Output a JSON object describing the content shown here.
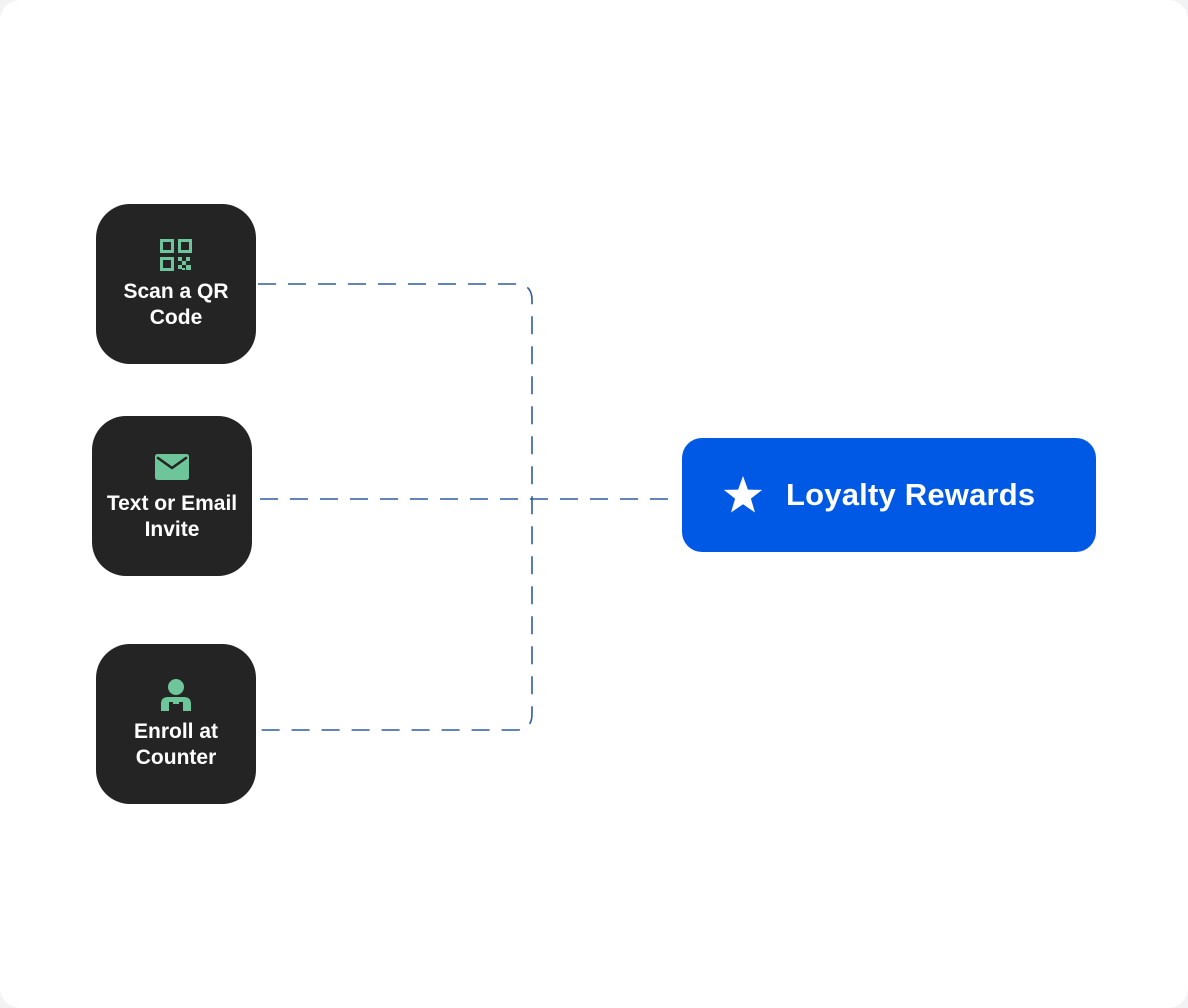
{
  "diagram": {
    "sources": [
      {
        "label": "Scan a QR Code",
        "icon": "qr-code-icon"
      },
      {
        "label": "Text or Email Invite",
        "icon": "envelope-icon"
      },
      {
        "label": "Enroll at Counter",
        "icon": "person-icon"
      }
    ],
    "target": {
      "label": "Loyalty Rewards",
      "icon": "star-icon"
    }
  },
  "colors": {
    "card_bg": "#242424",
    "icon_accent": "#6fc59a",
    "target_bg": "#0059e4",
    "connector": "#2e5b9e"
  }
}
